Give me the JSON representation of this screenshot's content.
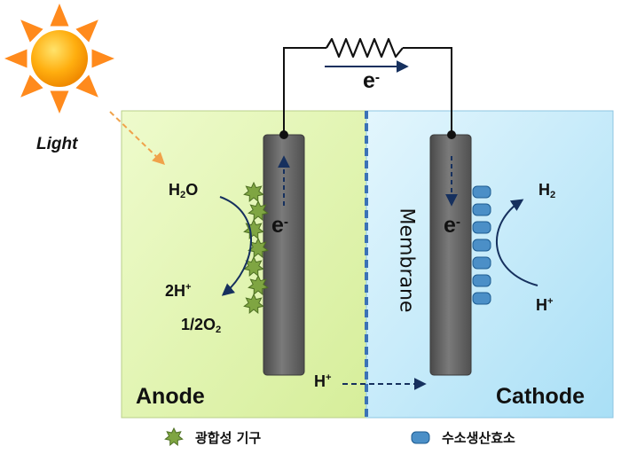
{
  "light": {
    "label": "Light",
    "icon": "sun-icon"
  },
  "circuit": {
    "electron_label": "e",
    "electron_sup": "-",
    "resistor": "resistor-icon"
  },
  "anode": {
    "label": "Anode",
    "electron_label": "e",
    "electron_sup": "-",
    "water_main": "H",
    "water_sub": "2",
    "water_tail": "O",
    "protons_main": "2H",
    "protons_sup": "+",
    "oxygen_main": "1/2O",
    "oxygen_sub": "2"
  },
  "cathode": {
    "label": "Cathode",
    "electron_label": "e",
    "electron_sup": "-",
    "hydrogen_main": "H",
    "hydrogen_sub": "2",
    "proton_main": "H",
    "proton_sup": "+"
  },
  "membrane": {
    "label": "Membrane",
    "proton_main": "H",
    "proton_sup": "+"
  },
  "colors": {
    "anode_bg": "#e3f5b4",
    "cathode_bg": "#c9ecfb",
    "electrode": "#5e5e5e",
    "arrow": "#16305e",
    "membrane": "#3b72b6",
    "sun": "#ffb300",
    "photosynthetic": "#7fa542",
    "enzyme": "#4b8fc7"
  },
  "legend": [
    {
      "icon": "photosynthetic-organelle-icon",
      "label": "광합성 기구"
    },
    {
      "icon": "hydrogenase-icon",
      "label": "수소생산효소"
    }
  ]
}
